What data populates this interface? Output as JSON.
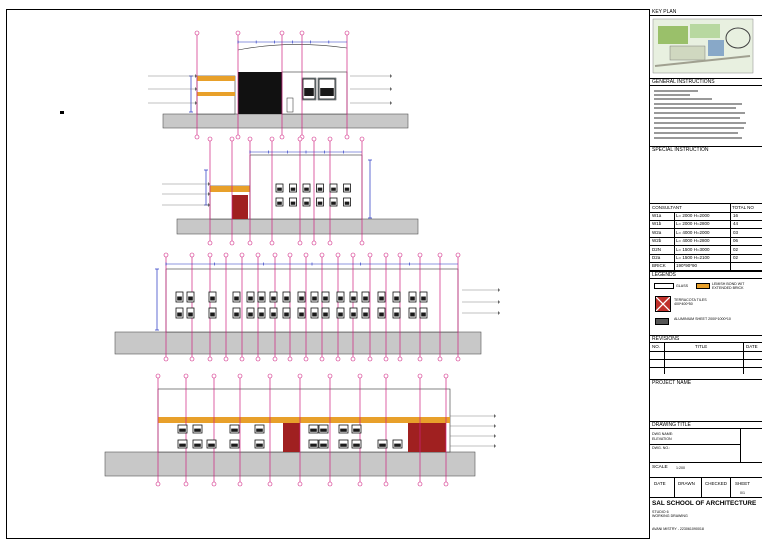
{
  "panel": {
    "key_plan": "KEY PLAN",
    "general_instructions": "GENERAL INSTRUCTIONS",
    "special_instruction": "SPECIAL INSTRUCTION",
    "consultant": "CONSULTANT",
    "total_no": "TOTAL NO",
    "schedule": [
      {
        "code": "W1a",
        "size": "L= 2000  H=2000",
        "qty": "16"
      },
      {
        "code": "W1b",
        "size": "L= 2000  H=2800",
        "qty": "44"
      },
      {
        "code": "W2a",
        "size": "L= 4000  H=2000",
        "qty": "03"
      },
      {
        "code": "W2b",
        "size": "L= 4000  H=2800",
        "qty": "06"
      },
      {
        "code": "D2N",
        "size": "L= 1500  H=3000",
        "qty": "02"
      },
      {
        "code": "D2a",
        "size": "L= 1500  H=2100",
        "qty": "02"
      },
      {
        "code": "BRICK",
        "size": "190*90*90",
        "qty": ""
      }
    ],
    "legends": "LEGENDS",
    "legend_items": [
      {
        "label": "GLASS",
        "color": "#ffffff"
      },
      {
        "label": "LEMISH BOND WIT EXTENDED BRICK",
        "color": "#e8a02a"
      },
      {
        "label": "TERRACOTA TILES 400*400*50",
        "color": "#c0302a"
      },
      {
        "label": "ALUMINIUM SHEET 2000*1000*10",
        "color": "#555555"
      }
    ],
    "revisions": "REVISIONS",
    "rev_no": "NO.",
    "rev_title": "TITLE",
    "rev_date": "DATE",
    "project_name": "PROJECT NAME",
    "drawing_title": "DRAWING TITLE",
    "dwg_name": "DWG NAME:",
    "dwg_name_value": "ELEVATION",
    "dwg_no": "DWG. NO.:",
    "scale": "SCALE",
    "scale_value": "1:200",
    "date": "DATE",
    "drawn": "DRAWN",
    "checked": "CHECKED",
    "sheet": "SHEET",
    "sheet_value": "0/1",
    "school": "SAL SCHOOL OF ARCHITECTURE",
    "studio": "STUDIO 6",
    "subject": "WORKING DRAWING",
    "student": "AVANI MISTRY - 223061090018"
  },
  "colors": {
    "grid": "#d02080",
    "dim": "#2030c0",
    "brick": "#e8a02a",
    "terracotta": "#a02020",
    "ground": "#c8c8c8"
  }
}
